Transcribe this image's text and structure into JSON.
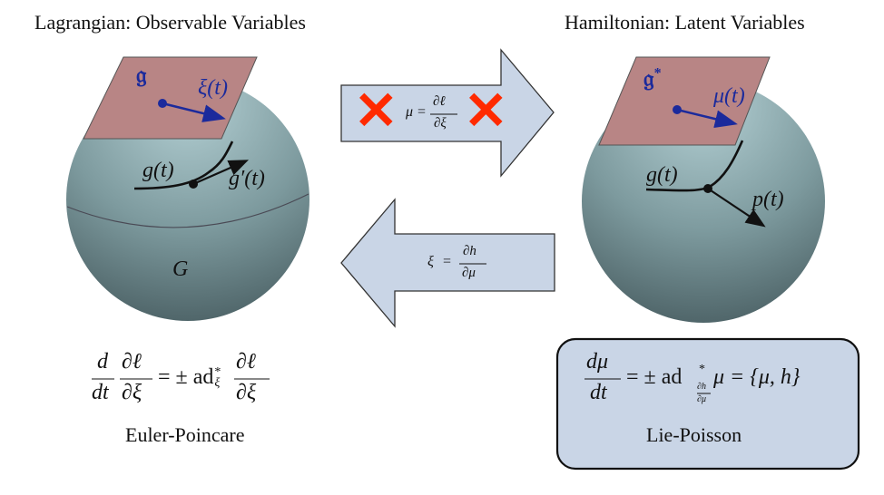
{
  "titles": {
    "left": "Lagrangian: Observable Variables",
    "right": "Hamiltonian: Latent Variables"
  },
  "left_sphere": {
    "algebra_label": "𝔤",
    "vector_label": "ξ(t)",
    "curve_label": "g(t)",
    "tangent_label": "g′(t)",
    "group_label": "G"
  },
  "right_sphere": {
    "algebra_label": "𝔤",
    "algebra_star": "*",
    "vector_label": "μ(t)",
    "curve_label": "g(t)",
    "momentum_label": "p(t)"
  },
  "arrows": {
    "forward": {
      "lhs": "μ",
      "eq": "=",
      "num": "∂ℓ",
      "den": "∂ξ",
      "blocked": true,
      "mark": "✕",
      "color": "#ff2a00"
    },
    "backward": {
      "lhs": "ξ",
      "eq": "=",
      "num": "∂h",
      "den": "∂μ",
      "blocked": false
    }
  },
  "equations": {
    "euler_poincare": {
      "d_num": "d",
      "d_den": "dt",
      "l_num": "∂ℓ",
      "l_den": "∂ξ",
      "op": "= ± ad",
      "op_star": "*",
      "op_sub": "ξ",
      "r_num": "∂ℓ",
      "r_den": "∂ξ",
      "caption": "Euler-Poincare"
    },
    "lie_poisson": {
      "lhs_num": "dμ",
      "lhs_den": "dt",
      "op": "= ± ad",
      "op_star": "*",
      "sub_num": "∂h",
      "sub_den": "∂μ",
      "rhs": "μ = {μ, h}",
      "caption": "Lie-Poisson"
    }
  },
  "colors": {
    "plane_fill": "#b88585",
    "vector": "#1b2a9c",
    "arrow_fill": "#c9d5e6",
    "box_fill": "#c9d5e6",
    "sphere_top": "#a9c6cb",
    "sphere_bottom": "#4f6468"
  }
}
